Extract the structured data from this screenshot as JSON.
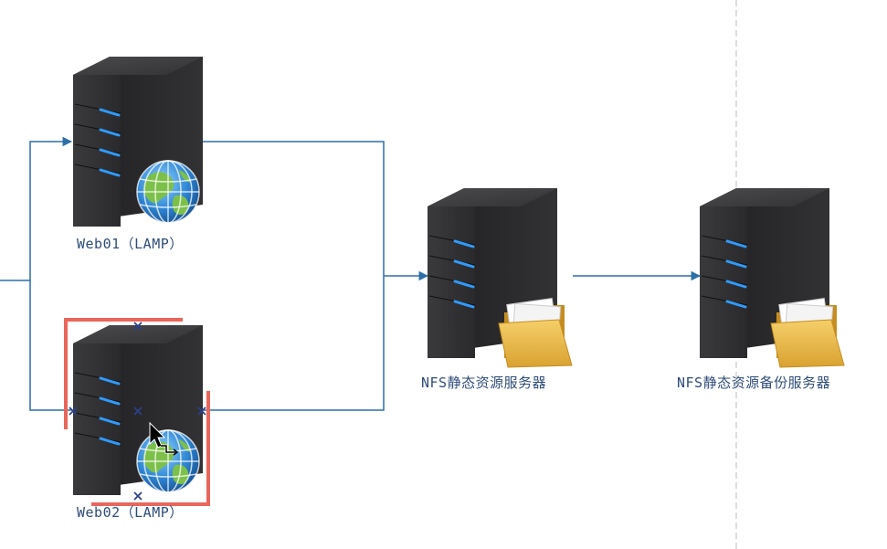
{
  "nodes": {
    "web01": {
      "label": "Web01（LAMP）",
      "icon": "server-globe-icon"
    },
    "web02": {
      "label": "Web02（LAMP）",
      "icon": "server-globe-icon"
    },
    "nfs": {
      "label": "NFS静态资源服务器",
      "icon": "server-folder-icon"
    },
    "nfs_backup": {
      "label": "NFS静态资源备份服务器",
      "icon": "server-folder-icon"
    }
  },
  "colors": {
    "connector": "#2c6fa8",
    "selection": "#e9665b",
    "label": "#2f4d7a",
    "page_break": "#bdbdbd"
  }
}
